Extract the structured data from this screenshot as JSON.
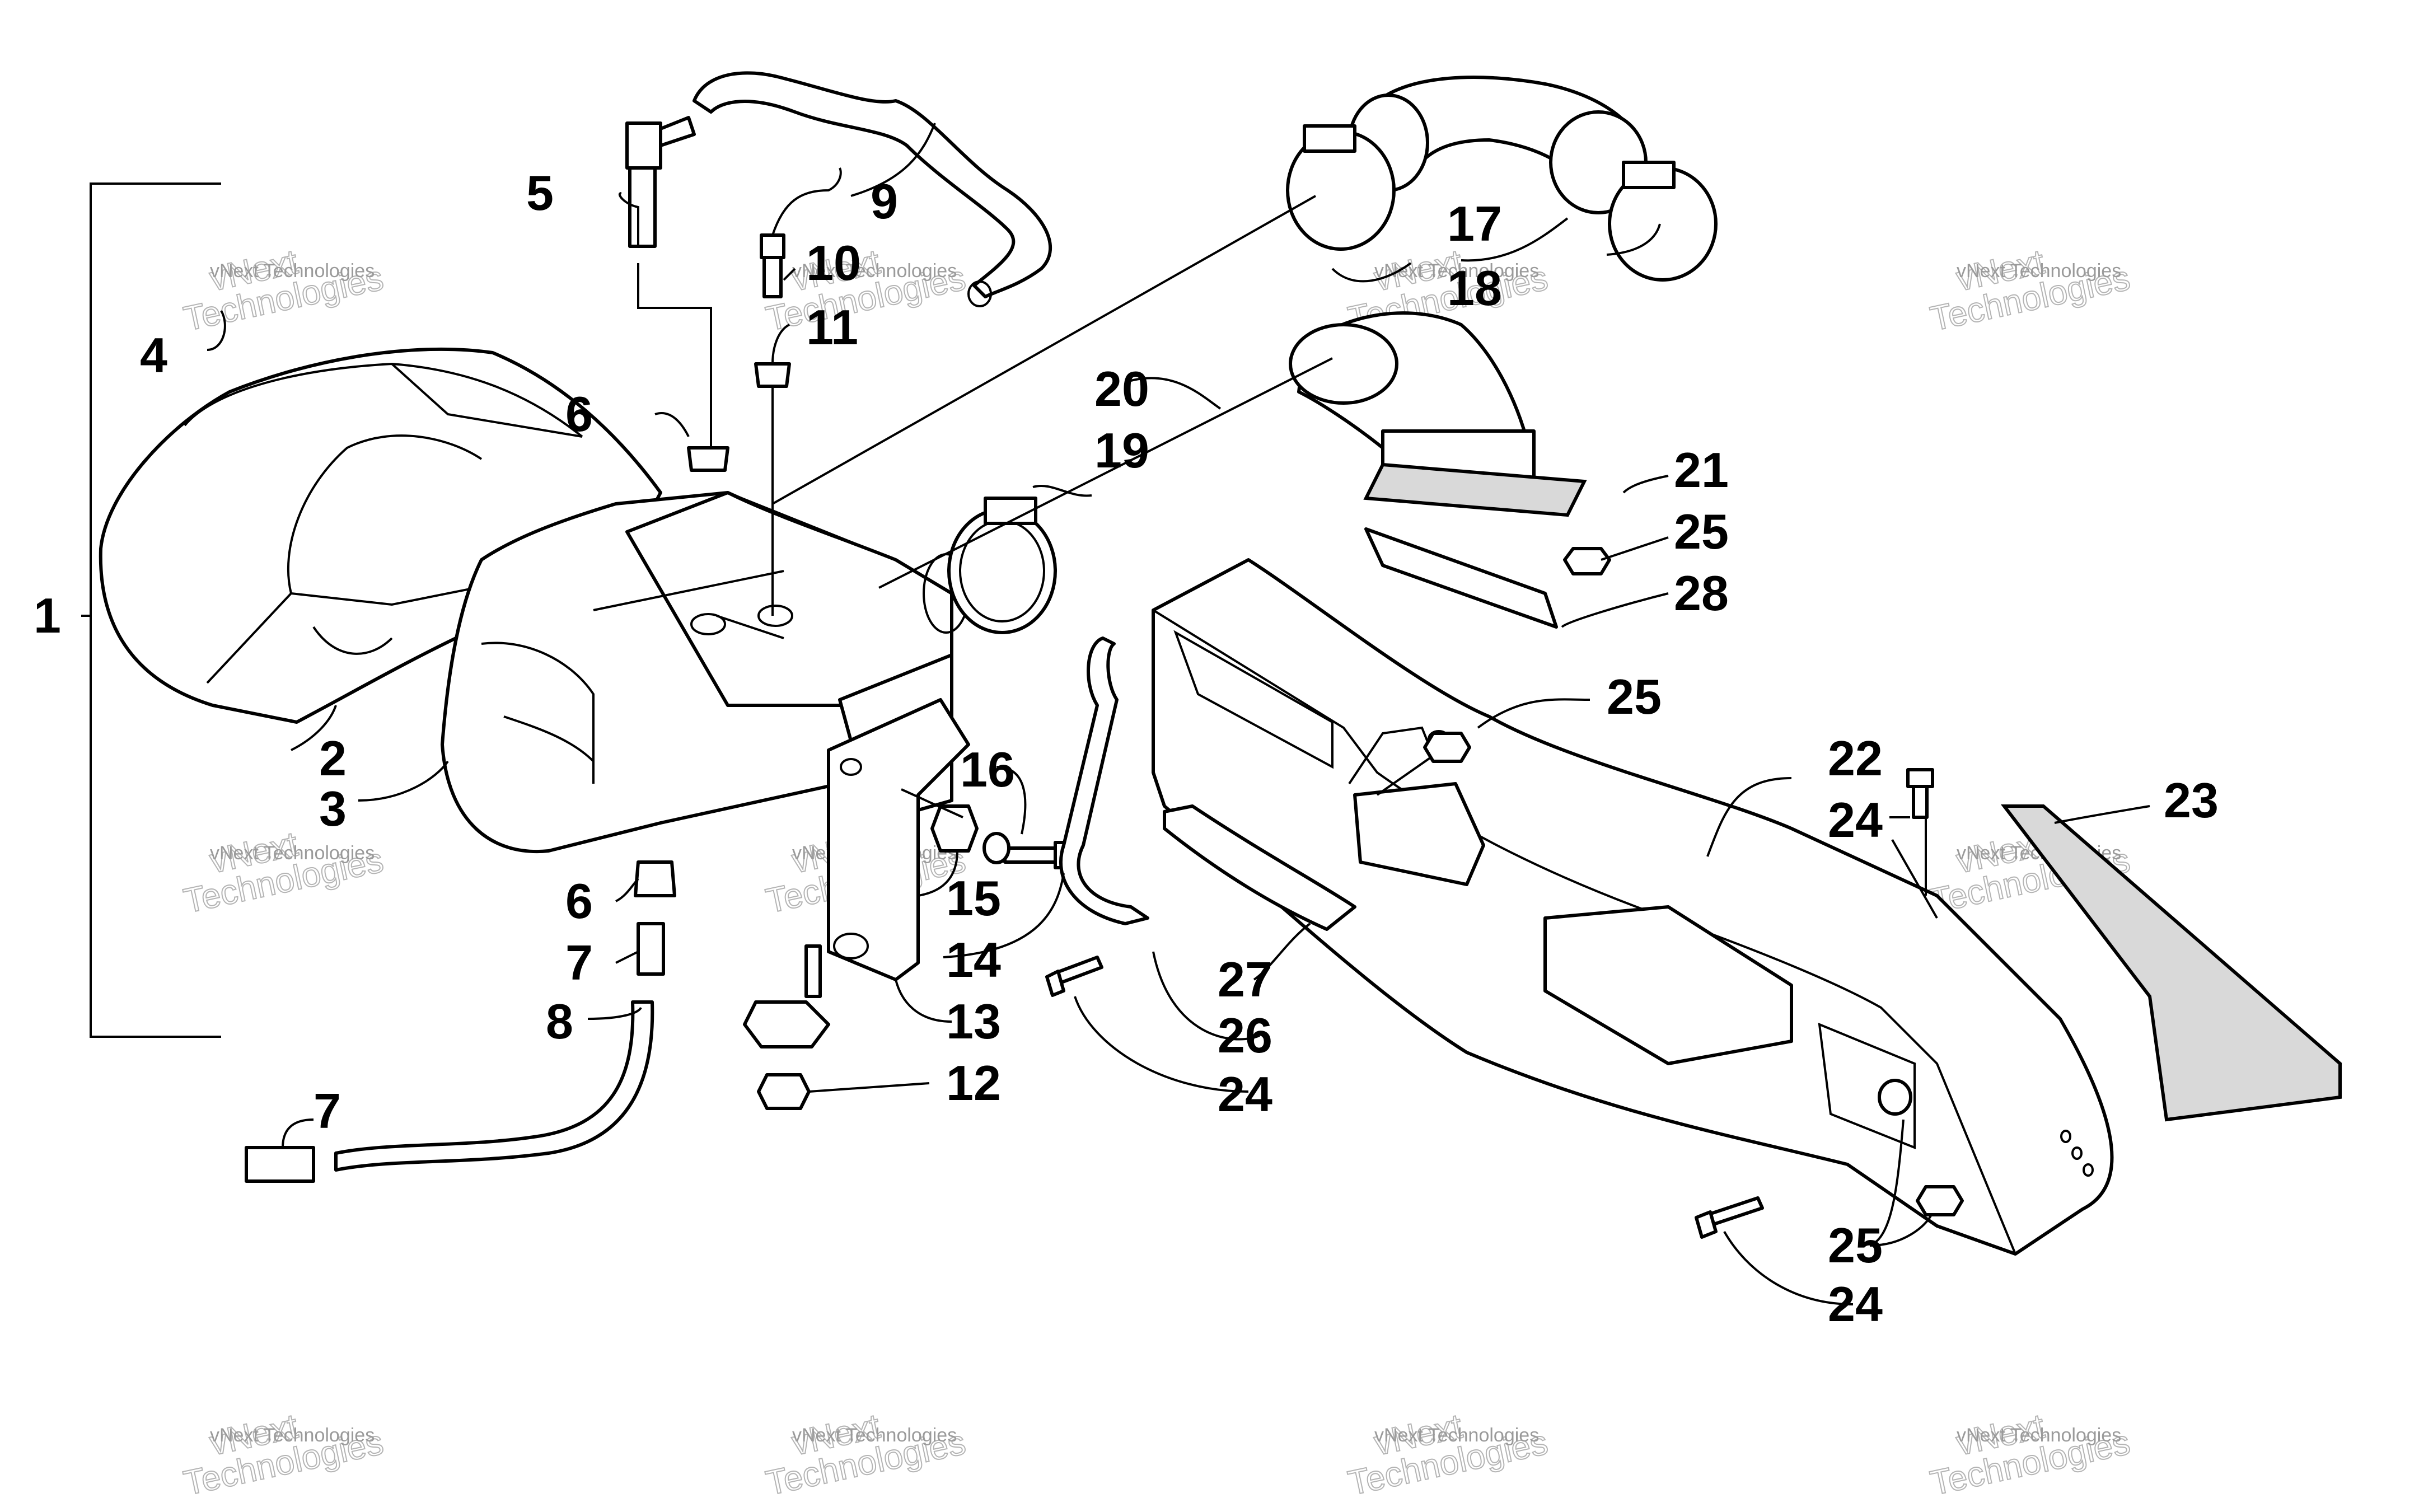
{
  "labels": [
    {
      "id": "1",
      "text": "1"
    },
    {
      "id": "2",
      "text": "2"
    },
    {
      "id": "3",
      "text": "3"
    },
    {
      "id": "4",
      "text": "4"
    },
    {
      "id": "5",
      "text": "5"
    },
    {
      "id": "6a",
      "text": "6"
    },
    {
      "id": "6b",
      "text": "6"
    },
    {
      "id": "7a",
      "text": "7"
    },
    {
      "id": "7b",
      "text": "7"
    },
    {
      "id": "8",
      "text": "8"
    },
    {
      "id": "9",
      "text": "9"
    },
    {
      "id": "10",
      "text": "10"
    },
    {
      "id": "11",
      "text": "11"
    },
    {
      "id": "12",
      "text": "12"
    },
    {
      "id": "13",
      "text": "13"
    },
    {
      "id": "14",
      "text": "14"
    },
    {
      "id": "15",
      "text": "15"
    },
    {
      "id": "16",
      "text": "16"
    },
    {
      "id": "17",
      "text": "17"
    },
    {
      "id": "18",
      "text": "18"
    },
    {
      "id": "19",
      "text": "19"
    },
    {
      "id": "20",
      "text": "20"
    },
    {
      "id": "21",
      "text": "21"
    },
    {
      "id": "22",
      "text": "22"
    },
    {
      "id": "23",
      "text": "23"
    },
    {
      "id": "24a",
      "text": "24"
    },
    {
      "id": "24b",
      "text": "24"
    },
    {
      "id": "24c",
      "text": "24"
    },
    {
      "id": "25a",
      "text": "25"
    },
    {
      "id": "25b",
      "text": "25"
    },
    {
      "id": "25c",
      "text": "25"
    },
    {
      "id": "26",
      "text": "26"
    },
    {
      "id": "27",
      "text": "27"
    },
    {
      "id": "28",
      "text": "28"
    }
  ],
  "watermark": {
    "line1": "vNext",
    "line2": "Technologies",
    "small": "vNext Technologies"
  }
}
